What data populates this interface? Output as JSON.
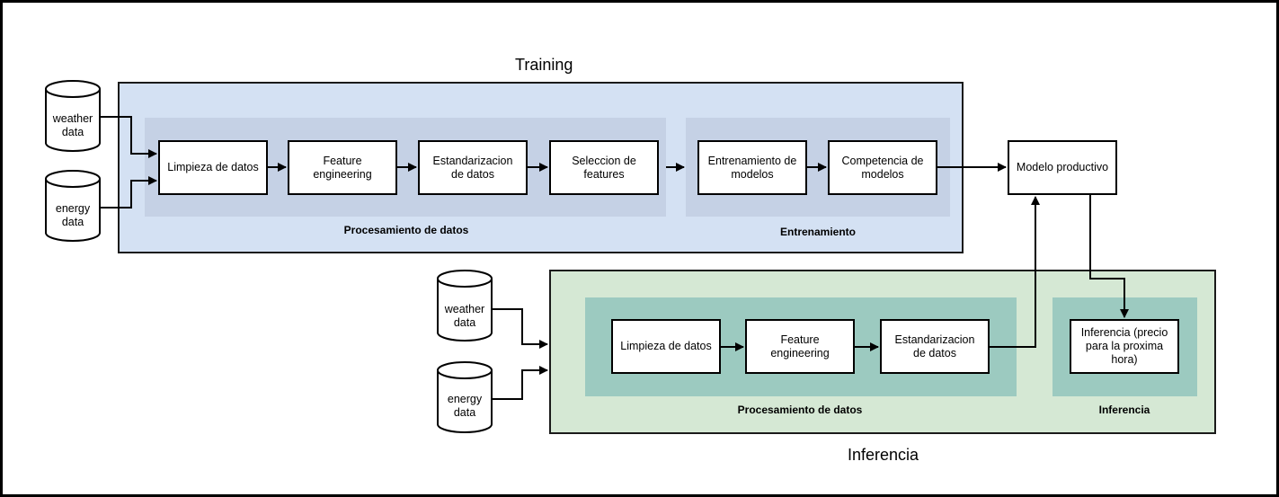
{
  "training": {
    "title": "Training",
    "sources": {
      "weather": "weather\ndata",
      "energy": "energy\ndata"
    },
    "group_processing": {
      "label": "Procesamiento de datos",
      "steps": [
        "Limpieza de datos",
        "Feature engineering",
        "Estandarizacion de datos",
        "Seleccion de features"
      ]
    },
    "group_training": {
      "label": "Entrenamiento",
      "steps": [
        "Entrenamiento de modelos",
        "Competencia de modelos"
      ]
    }
  },
  "model": {
    "label": "Modelo productivo"
  },
  "inference": {
    "title": "Inferencia",
    "sources": {
      "weather": "weather\ndata",
      "energy": "energy\ndata"
    },
    "group_processing": {
      "label": "Procesamiento de datos",
      "steps": [
        "Limpieza de datos",
        "Feature engineering",
        "Estandarizacion de datos"
      ]
    },
    "group_inference": {
      "label": "Inferencia",
      "steps": [
        "Inferencia (precio para la proxima hora)"
      ]
    }
  }
}
